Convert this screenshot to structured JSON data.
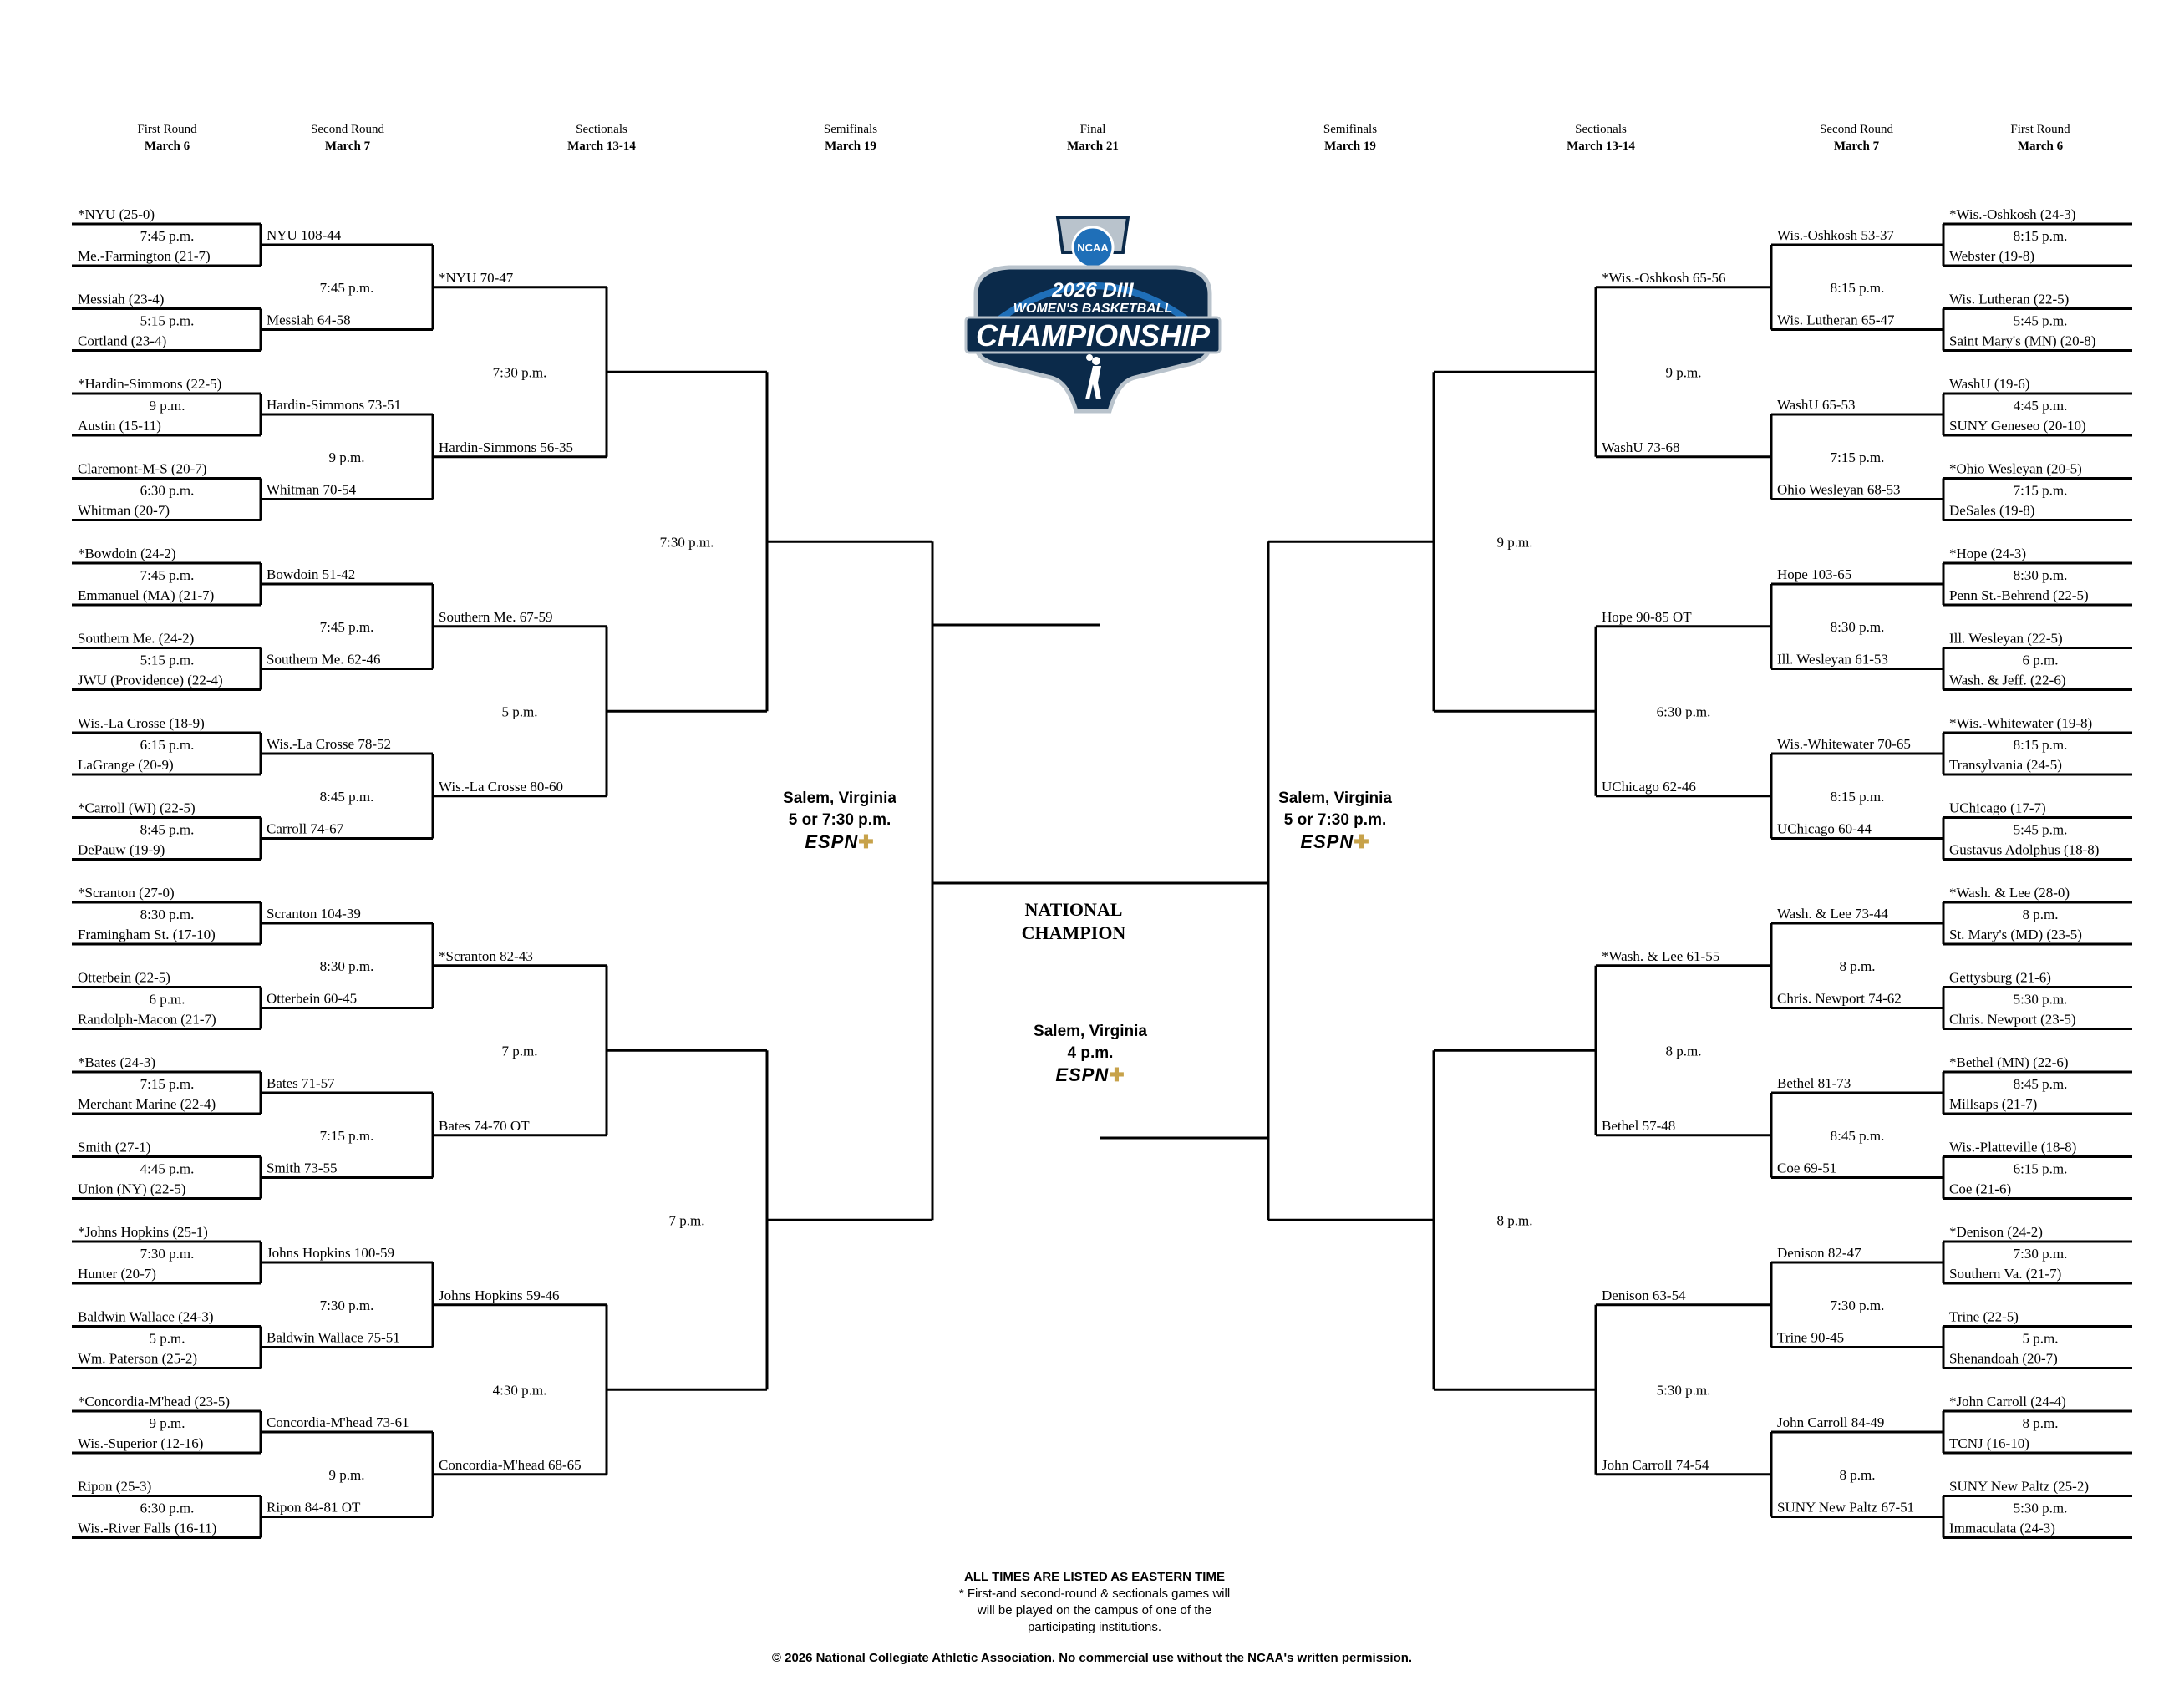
{
  "colors": {
    "line": "#000000",
    "logo_navy": "#0b2a4a",
    "logo_blue": "#1f6fb8",
    "logo_silver": "#b9c3cc",
    "espn_gold": "#c7a24a"
  },
  "headers": [
    {
      "round": "First Round",
      "date": "March 6"
    },
    {
      "round": "Second Round",
      "date": "March 7"
    },
    {
      "round": "Sectionals",
      "date": "March 13-14"
    },
    {
      "round": "Semifinals",
      "date": "March 19"
    },
    {
      "round": "Final",
      "date": "March 21"
    },
    {
      "round": "Semifinals",
      "date": "March 19"
    },
    {
      "round": "Sectionals",
      "date": "March 13-14"
    },
    {
      "round": "Second Round",
      "date": "March 7"
    },
    {
      "round": "First Round",
      "date": "March 6"
    }
  ],
  "logo": {
    "badge": "NCAA",
    "line1": "2026 DIII",
    "line2": "WOMEN'S BASKETBALL",
    "line3": "CHAMPIONSHIP"
  },
  "left": {
    "r1": [
      {
        "top": "*NYU (25-0)",
        "time": "7:45 p.m.",
        "bottom": "Me.-Farmington (21-7)"
      },
      {
        "top": "Messiah (23-4)",
        "time": "5:15 p.m.",
        "bottom": "Cortland (23-4)"
      },
      {
        "top": "*Hardin-Simmons (22-5)",
        "time": "9 p.m.",
        "bottom": "Austin (15-11)"
      },
      {
        "top": "Claremont-M-S (20-7)",
        "time": "6:30 p.m.",
        "bottom": "Whitman (20-7)"
      },
      {
        "top": "*Bowdoin (24-2)",
        "time": "7:45 p.m.",
        "bottom": "Emmanuel (MA) (21-7)"
      },
      {
        "top": "Southern Me. (24-2)",
        "time": "5:15 p.m.",
        "bottom": "JWU (Providence) (22-4)"
      },
      {
        "top": "Wis.-La Crosse (18-9)",
        "time": "6:15 p.m.",
        "bottom": "LaGrange (20-9)"
      },
      {
        "top": "*Carroll (WI) (22-5)",
        "time": "8:45 p.m.",
        "bottom": "DePauw (19-9)"
      },
      {
        "top": "*Scranton (27-0)",
        "time": "8:30 p.m.",
        "bottom": "Framingham St. (17-10)"
      },
      {
        "top": "Otterbein (22-5)",
        "time": "6 p.m.",
        "bottom": "Randolph-Macon (21-7)"
      },
      {
        "top": "*Bates (24-3)",
        "time": "7:15 p.m.",
        "bottom": "Merchant Marine (22-4)"
      },
      {
        "top": "Smith (27-1)",
        "time": "4:45 p.m.",
        "bottom": "Union (NY) (22-5)"
      },
      {
        "top": "*Johns Hopkins (25-1)",
        "time": "7:30 p.m.",
        "bottom": "Hunter (20-7)"
      },
      {
        "top": "Baldwin Wallace (24-3)",
        "time": "5 p.m.",
        "bottom": "Wm. Paterson (25-2)"
      },
      {
        "top": "*Concordia-M'head (23-5)",
        "time": "9 p.m.",
        "bottom": "Wis.-Superior (12-16)"
      },
      {
        "top": "Ripon (25-3)",
        "time": "6:30 p.m.",
        "bottom": "Wis.-River Falls (16-11)"
      }
    ],
    "r2": [
      {
        "top": "NYU  108-44",
        "time": "7:45 p.m.",
        "bottom": "Messiah  64-58"
      },
      {
        "top": "Hardin-Simmons  73-51",
        "time": "9 p.m.",
        "bottom": "Whitman  70-54"
      },
      {
        "top": "Bowdoin  51-42",
        "time": "7:45 p.m.",
        "bottom": "Southern Me.  62-46"
      },
      {
        "top": "Wis.-La Crosse  78-52",
        "time": "8:45 p.m.",
        "bottom": "Carroll  74-67"
      },
      {
        "top": "Scranton  104-39",
        "time": "8:30 p.m.",
        "bottom": "Otterbein  60-45"
      },
      {
        "top": "Bates  71-57",
        "time": "7:15 p.m.",
        "bottom": "Smith  73-55"
      },
      {
        "top": "Johns Hopkins  100-59",
        "time": "7:30 p.m.",
        "bottom": "Baldwin Wallace  75-51"
      },
      {
        "top": "Concordia-M'head  73-61",
        "time": "9 p.m.",
        "bottom": "Ripon  84-81 OT"
      }
    ],
    "r3": [
      {
        "top": "*NYU  70-47",
        "time": "7:30 p.m.",
        "bottom": "Hardin-Simmons  56-35"
      },
      {
        "top": "Southern Me.  67-59",
        "time": "5 p.m.",
        "bottom": "Wis.-La Crosse  80-60"
      },
      {
        "top": "*Scranton  82-43",
        "time": "7 p.m.",
        "bottom": "Bates  74-70 OT"
      },
      {
        "top": "Johns Hopkins  59-46",
        "time": "4:30 p.m.",
        "bottom": "Concordia-M'head  68-65"
      }
    ],
    "r4": [
      {
        "top": "",
        "time": "7:30 p.m.",
        "bottom": ""
      },
      {
        "top": "",
        "time": "7 p.m.",
        "bottom": ""
      }
    ]
  },
  "right": {
    "r1": [
      {
        "top": "*Wis.-Oshkosh (24-3)",
        "time": "8:15 p.m.",
        "bottom": "Webster (19-8)"
      },
      {
        "top": "Wis. Lutheran (22-5)",
        "time": "5:45 p.m.",
        "bottom": "Saint Mary's (MN) (20-8)"
      },
      {
        "top": "WashU (19-6)",
        "time": "4:45 p.m.",
        "bottom": "SUNY Geneseo (20-10)"
      },
      {
        "top": "*Ohio Wesleyan (20-5)",
        "time": "7:15 p.m.",
        "bottom": "DeSales (19-8)"
      },
      {
        "top": "*Hope (24-3)",
        "time": "8:30 p.m.",
        "bottom": "Penn St.-Behrend (22-5)"
      },
      {
        "top": "Ill. Wesleyan (22-5)",
        "time": "6 p.m.",
        "bottom": "Wash. & Jeff. (22-6)"
      },
      {
        "top": "*Wis.-Whitewater (19-8)",
        "time": "8:15 p.m.",
        "bottom": "Transylvania (24-5)"
      },
      {
        "top": "UChicago (17-7)",
        "time": "5:45 p.m.",
        "bottom": "Gustavus Adolphus (18-8)"
      },
      {
        "top": "*Wash. & Lee (28-0)",
        "time": "8 p.m.",
        "bottom": "St. Mary's (MD) (23-5)"
      },
      {
        "top": "Gettysburg (21-6)",
        "time": "5:30 p.m.",
        "bottom": "Chris. Newport (23-5)"
      },
      {
        "top": "*Bethel (MN) (22-6)",
        "time": "8:45 p.m.",
        "bottom": "Millsaps (21-7)"
      },
      {
        "top": "Wis.-Platteville (18-8)",
        "time": "6:15 p.m.",
        "bottom": "Coe (21-6)"
      },
      {
        "top": "*Denison (24-2)",
        "time": "7:30 p.m.",
        "bottom": "Southern Va. (21-7)"
      },
      {
        "top": "Trine (22-5)",
        "time": "5 p.m.",
        "bottom": "Shenandoah (20-7)"
      },
      {
        "top": "*John Carroll (24-4)",
        "time": "8 p.m.",
        "bottom": "TCNJ (16-10)"
      },
      {
        "top": "SUNY New Paltz (25-2)",
        "time": "5:30 p.m.",
        "bottom": "Immaculata (24-3)"
      }
    ],
    "r2": [
      {
        "top": "Wis.-Oshkosh  53-37",
        "time": "8:15 p.m.",
        "bottom": "Wis. Lutheran  65-47"
      },
      {
        "top": "WashU  65-53",
        "time": "7:15 p.m.",
        "bottom": "Ohio Wesleyan  68-53"
      },
      {
        "top": "Hope  103-65",
        "time": "8:30 p.m.",
        "bottom": "Ill. Wesleyan  61-53"
      },
      {
        "top": "Wis.-Whitewater  70-65",
        "time": "8:15 p.m.",
        "bottom": "UChicago  60-44"
      },
      {
        "top": "Wash. & Lee  73-44",
        "time": "8 p.m.",
        "bottom": "Chris. Newport  74-62"
      },
      {
        "top": "Bethel  81-73",
        "time": "8:45 p.m.",
        "bottom": "Coe  69-51"
      },
      {
        "top": "Denison  82-47",
        "time": "7:30 p.m.",
        "bottom": "Trine  90-45"
      },
      {
        "top": "John Carroll  84-49",
        "time": "8 p.m.",
        "bottom": "SUNY New Paltz  67-51"
      }
    ],
    "r3": [
      {
        "top": "*Wis.-Oshkosh  65-56",
        "time": "9 p.m.",
        "bottom": "WashU  73-68"
      },
      {
        "top": "Hope 90-85 OT",
        "time": "6:30 p.m.",
        "bottom": "UChicago 62-46"
      },
      {
        "top": "*Wash. & Lee  61-55",
        "time": "8 p.m.",
        "bottom": "Bethel  57-48"
      },
      {
        "top": "Denison  63-54",
        "time": "5:30 p.m.",
        "bottom": "John Carroll  74-54"
      }
    ],
    "r4": [
      {
        "top": "",
        "time": "9 p.m.",
        "bottom": ""
      },
      {
        "top": "",
        "time": "8 p.m.",
        "bottom": ""
      }
    ]
  },
  "semifinal_venue_left": {
    "city": "Salem, Virginia",
    "time": "5 or 7:30 p.m.",
    "network": "ESPN"
  },
  "semifinal_venue_right": {
    "city": "Salem, Virginia",
    "time": "5 or 7:30 p.m.",
    "network": "ESPN"
  },
  "final_venue": {
    "city": "Salem, Virginia",
    "time": "4 p.m.",
    "network": "ESPN"
  },
  "champion_label": "NATIONAL CHAMPION",
  "footer": {
    "line1": "ALL TIMES ARE LISTED AS EASTERN TIME",
    "line2": "* First-and second-round & sectionals games will",
    "line3": "will be played on the campus of one of the",
    "line4": "participating institutions."
  },
  "copyright": "© 2026 National Collegiate Athletic Association.  No  commercial use without the NCAA's written permission."
}
